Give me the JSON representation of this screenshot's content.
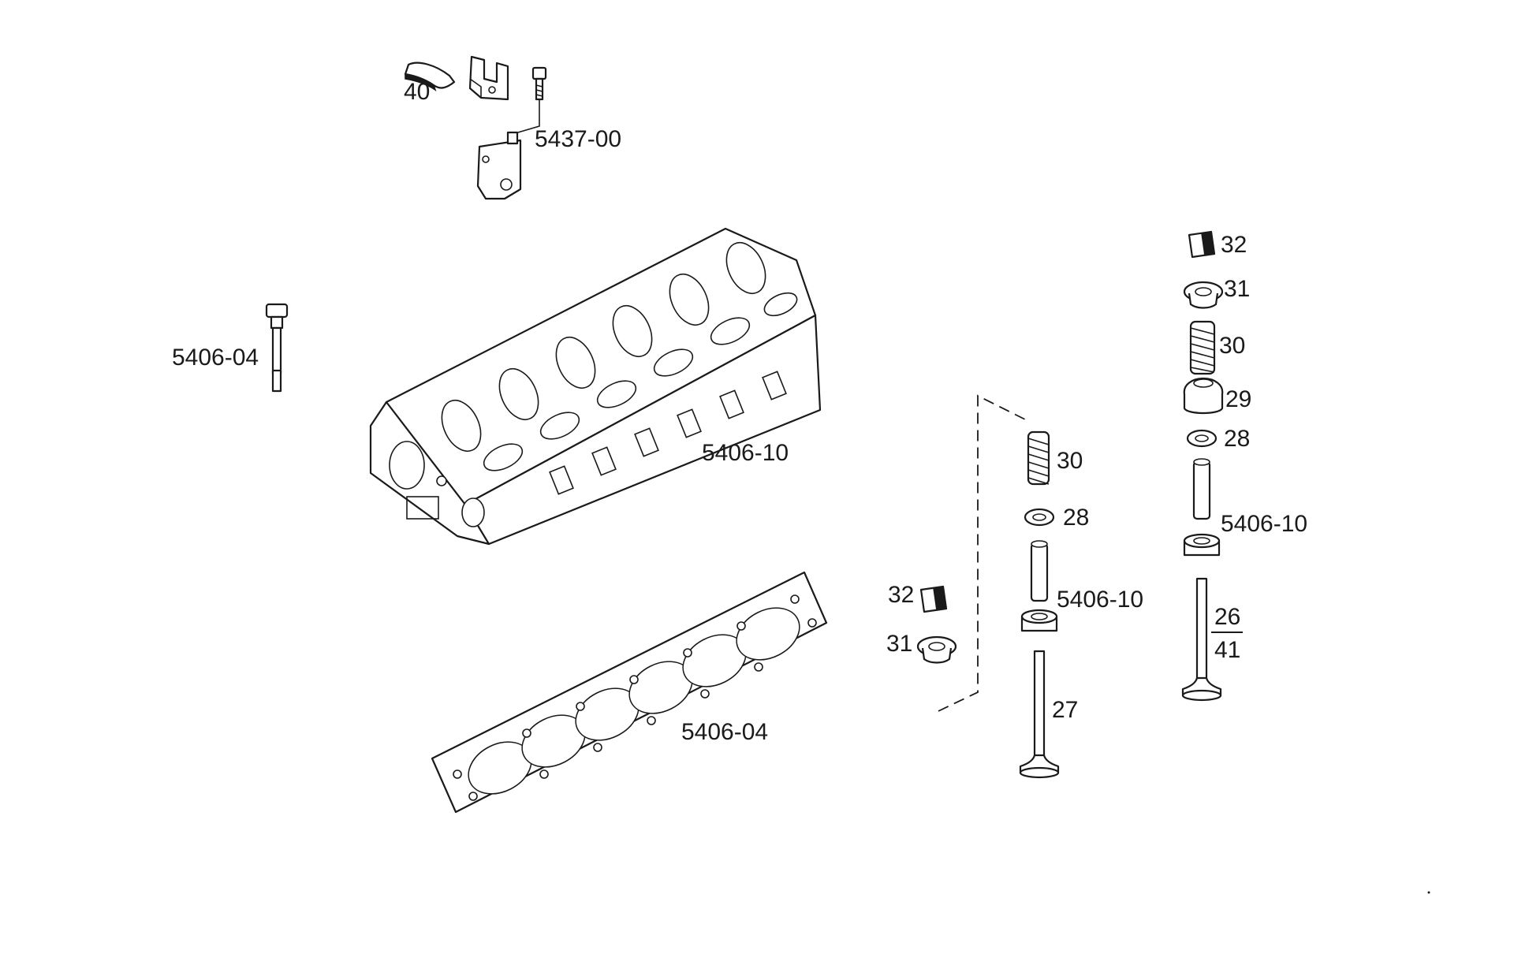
{
  "labels": {
    "p40": "40",
    "p5437": "5437-00",
    "p5406_04_bolt": "5406-04",
    "p5406_10_head": "5406-10",
    "p5406_04_gasket": "5406-04",
    "r32": "32",
    "r31": "31",
    "r30": "30",
    "r29": "29",
    "r28": "28",
    "r5406_10": "5406-10",
    "r26": "26",
    "r41": "41",
    "m30": "30",
    "m28": "28",
    "m5406_10": "5406-10",
    "m27": "27",
    "l32": "32",
    "l31": "31"
  }
}
